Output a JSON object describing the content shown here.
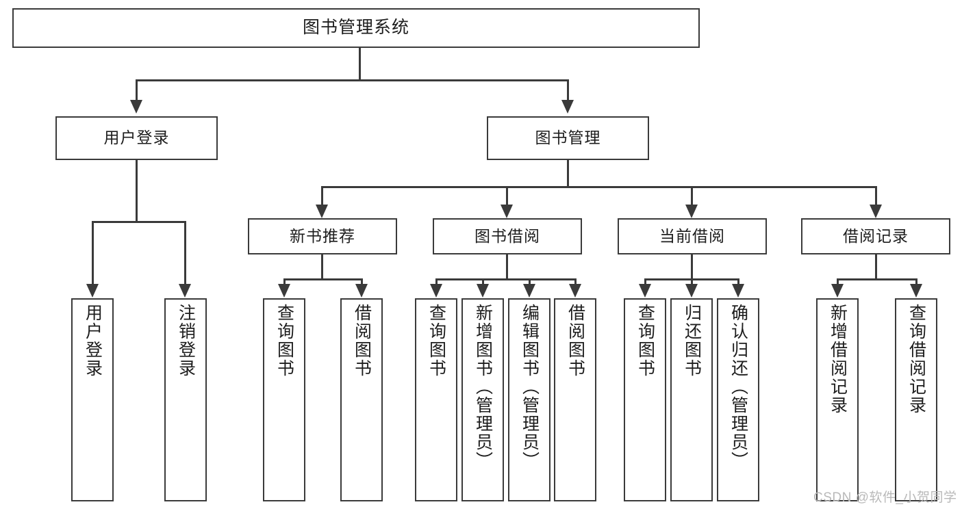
{
  "diagram": {
    "title": "图书管理系统",
    "type": "tree-hierarchy-chart",
    "root": {
      "label": "图书管理系统"
    },
    "level1": [
      {
        "label": "用户登录"
      },
      {
        "label": "图书管理"
      }
    ],
    "level2": [
      {
        "label": "新书推荐"
      },
      {
        "label": "图书借阅"
      },
      {
        "label": "当前借阅"
      },
      {
        "label": "借阅记录"
      }
    ],
    "leaves": {
      "user_login": [
        {
          "label": "用户登录"
        },
        {
          "label": "注销登录"
        }
      ],
      "new_book_recommend": [
        {
          "label": "查询图书"
        },
        {
          "label": "借阅图书"
        }
      ],
      "book_borrow": [
        {
          "label": "查询图书"
        },
        {
          "label": "新增图书（管理员）"
        },
        {
          "label": "编辑图书（管理员）"
        },
        {
          "label": "借阅图书"
        }
      ],
      "current_borrow": [
        {
          "label": "查询图书"
        },
        {
          "label": "归还图书"
        },
        {
          "label": "确认归还（管理员）"
        }
      ],
      "borrow_record": [
        {
          "label": "新增借阅记录"
        },
        {
          "label": "查询借阅记录"
        }
      ]
    }
  },
  "watermark": {
    "text": "CSDN @软件_小贺同学"
  },
  "colors": {
    "stroke": "#3a3a3a",
    "background": "#ffffff",
    "text": "#1d1d1d",
    "watermark": "#b9b9b9"
  }
}
